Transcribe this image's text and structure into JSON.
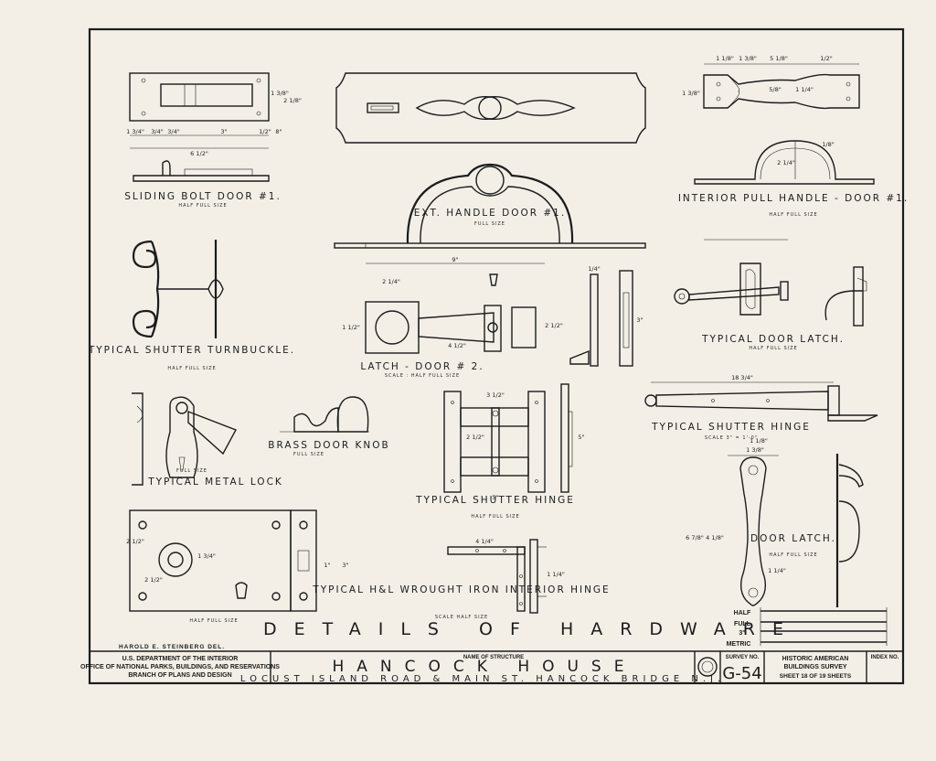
{
  "drawing_title": "DETAILS OF HARDWARE",
  "labels": {
    "sliding_bolt": "SLIDING BOLT DOOR #1.",
    "sliding_bolt_scale": "HALF FULL SIZE",
    "ext_handle": "EXT. HANDLE DOOR #1.",
    "ext_handle_scale": "FULL SIZE",
    "interior_pull": "INTERIOR PULL HANDLE - DOOR #1.",
    "interior_pull_scale": "HALF FULL SIZE",
    "turnbuckle": "TYPICAL SHUTTER TURNBUCKLE.",
    "turnbuckle_scale": "HALF FULL SIZE",
    "latch_door2": "LATCH - DOOR # 2.",
    "latch_door2_scale": "SCALE : HALF FULL SIZE",
    "door_latch_typ": "TYPICAL DOOR LATCH.",
    "door_latch_typ_scale": "HALF FULL SIZE",
    "shutter_hinge_long": "TYPICAL SHUTTER HINGE",
    "shutter_hinge_long_scale": "SCALE 3\" = 1'-0\"",
    "metal_lock": "TYPICAL METAL LOCK",
    "metal_lock_scale": "FULL SIZE",
    "brass_knob": "BRASS DOOR KNOB",
    "brass_knob_scale": "FULL SIZE",
    "shutter_hinge_h": "TYPICAL SHUTTER HINGE",
    "shutter_hinge_h_scale": "HALF FULL SIZE",
    "hl_hinge": "TYPICAL H&L WROUGHT IRON INTERIOR HINGE",
    "hl_hinge_scale": "SCALE HALF SIZE",
    "door_latch": "DOOR LATCH.",
    "door_latch_scale": "HALF FULL SIZE",
    "lock_scale": "HALF FULL SIZE"
  },
  "dimensions": {
    "bolt": [
      "1 3/4\"",
      "3/4\"",
      "3/4\"",
      "3\"",
      "1/2\"",
      "8\"",
      "6 1/2\"",
      "1 3/8\"",
      "2 1/8\""
    ],
    "pull": [
      "1 1/8\"",
      "1 3/8\"",
      "5 1/8\"",
      "1/2\"",
      "1 3/8\"",
      "5/8\"",
      "1 1/4\"",
      "2 1/4\"",
      "1/8\""
    ],
    "latch2": [
      "9\"",
      "2 1/4\"",
      "1 1/2\"",
      "4 1/2\"",
      "2 1/2\"",
      "1/4\"",
      "3\""
    ],
    "shutter_hinge": [
      "18 3/4\""
    ],
    "h_hinge": [
      "3 1/2\"",
      "5\"",
      "5\"",
      "2 1/2\""
    ],
    "hl": [
      "4 1/4\"",
      "1 1/4\""
    ],
    "door_latch": [
      "1 1/8\"",
      "1 3/8\"",
      "6 7/8\"",
      "4 1/8\"",
      "1 1/4\""
    ],
    "lock": [
      "2 1/2\"",
      "1 3/4\"",
      "2 1/2\"",
      "1\"",
      "3\""
    ]
  },
  "scale_bar": {
    "half": "HALF",
    "full": "FULL",
    "three": "3\"",
    "metric": "METRIC"
  },
  "title_block": {
    "delineator": "HAROLD E. STEINBERG DEL.",
    "agency_1": "U.S. DEPARTMENT OF THE INTERIOR",
    "agency_2": "OFFICE OF NATIONAL PARKS, BUILDINGS, AND RESERVATIONS",
    "agency_3": "BRANCH OF PLANS AND DESIGN",
    "name_caption": "NAME OF STRUCTURE",
    "structure_name": "HANCOCK HOUSE",
    "address": "LOCUST ISLAND ROAD & MAIN ST. HANCOCK BRIDGE N.J.",
    "survey_caption": "SURVEY NO.",
    "survey_no": "G-54",
    "habs_1": "HISTORIC AMERICAN",
    "habs_2": "BUILDINGS SURVEY",
    "sheet_text": "SHEET 18 OF 19 SHEETS",
    "index_caption": "INDEX NO."
  }
}
